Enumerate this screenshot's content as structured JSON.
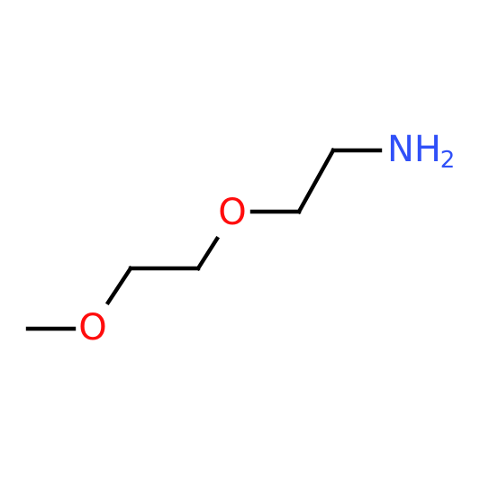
{
  "molecule": {
    "atoms": [
      {
        "id": "O1",
        "label": "O",
        "color": "#ff0d0d"
      },
      {
        "id": "O2",
        "label": "O",
        "color": "#ff0d0d"
      },
      {
        "id": "N1",
        "label": "NH",
        "subscript": "2",
        "color": "#3050f8"
      }
    ],
    "bond_color": "#000000"
  }
}
